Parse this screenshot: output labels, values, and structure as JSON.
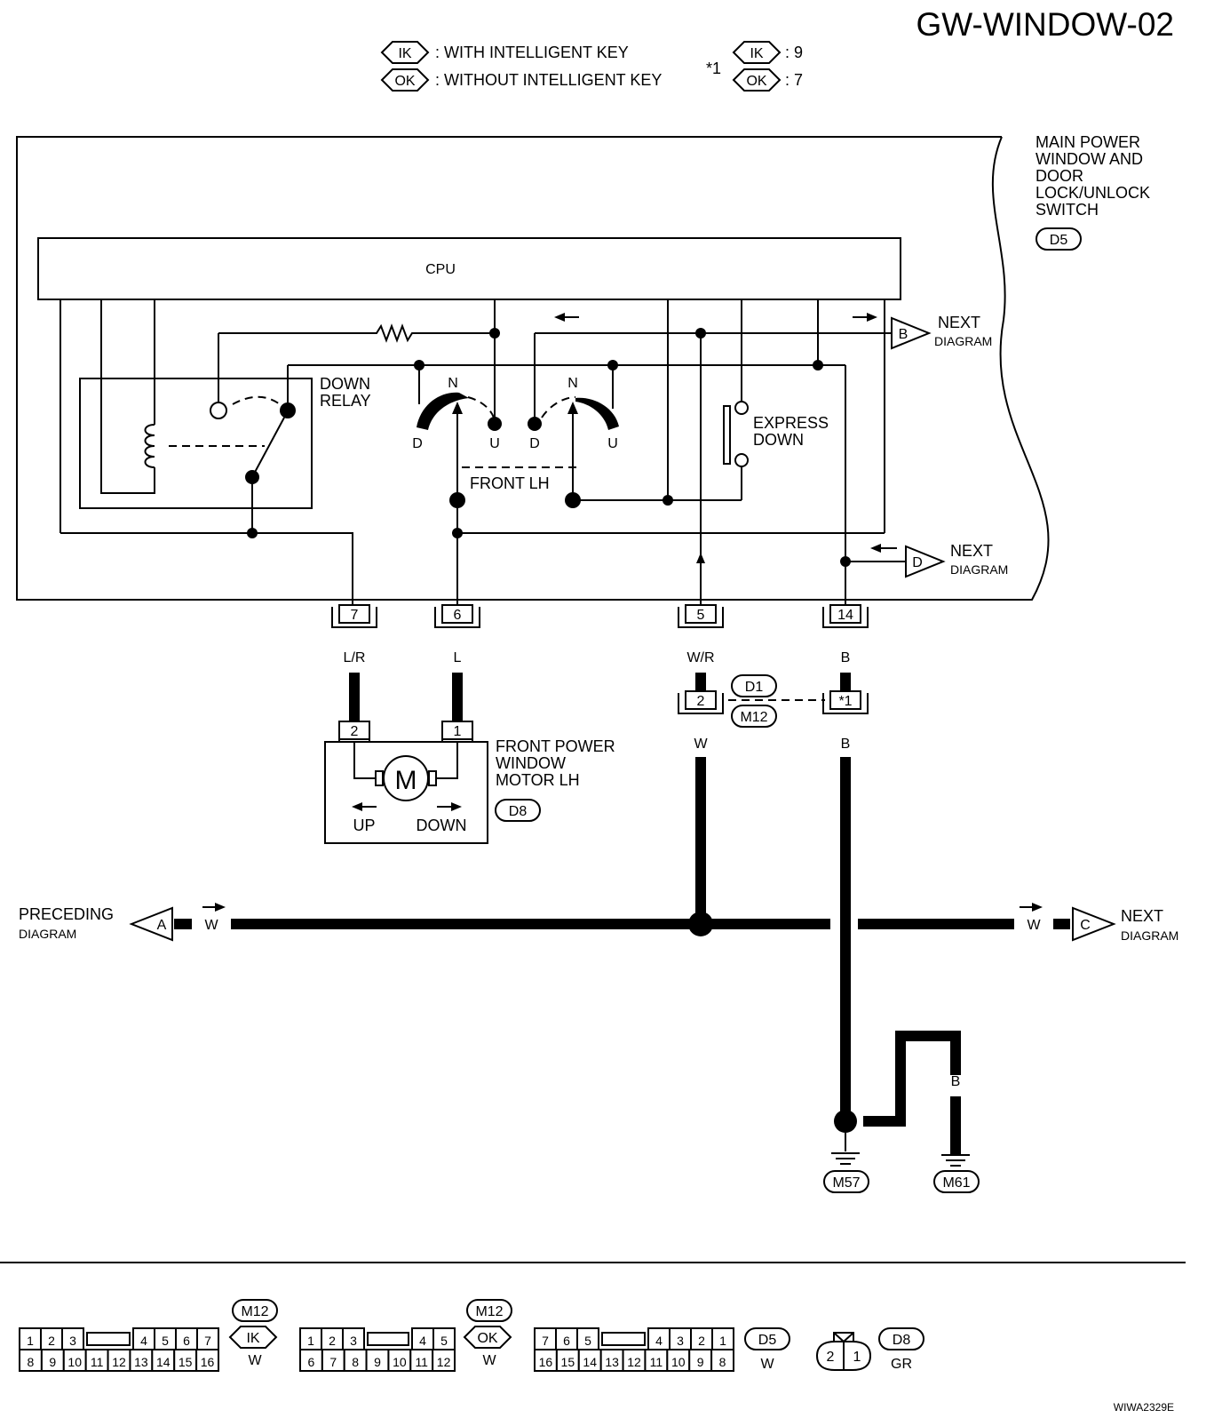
{
  "title": "GW-WINDOW-02",
  "legend": {
    "ik_tag": "IK",
    "ok_tag": "OK",
    "ik_desc": ": WITH INTELLIGENT KEY",
    "ok_desc": ": WITHOUT INTELLIGENT KEY",
    "star_mark": "*1",
    "ik_pin": ": 9",
    "ok_pin": ": 7"
  },
  "switch_unit": {
    "name_lines": [
      "MAIN POWER",
      "WINDOW AND",
      "DOOR",
      "LOCK/UNLOCK",
      "SWITCH"
    ],
    "connector": "D5",
    "cpu": "CPU",
    "down_relay": [
      "DOWN",
      "RELAY"
    ],
    "front_lh": "FRONT LH",
    "express_down": [
      "EXPRESS",
      "DOWN"
    ],
    "n_label": "N",
    "d_label": "D",
    "u_label": "U"
  },
  "next_b": {
    "tag": "B",
    "lines": [
      "NEXT",
      "DIAGRAM"
    ]
  },
  "next_d": {
    "tag": "D",
    "lines": [
      "NEXT",
      "DIAGRAM"
    ]
  },
  "terminals": {
    "t7": "7",
    "t6": "6",
    "t5": "5",
    "t14": "14"
  },
  "wires": {
    "lr": "L/R",
    "l": "L",
    "wr": "W/R",
    "b": "B",
    "w": "W"
  },
  "joint": {
    "pin": "2",
    "star": "*1",
    "conn_a": "D1",
    "conn_b": "M12"
  },
  "motor": {
    "name_lines": [
      "FRONT POWER",
      "WINDOW",
      "MOTOR LH"
    ],
    "connector": "D8",
    "pin2": "2",
    "pin1": "1",
    "symbol": "M",
    "up": "UP",
    "down": "DOWN"
  },
  "preceding_a": {
    "tag": "A",
    "lines": [
      "PRECEDING",
      "DIAGRAM"
    ]
  },
  "next_c": {
    "tag": "C",
    "lines": [
      "NEXT",
      "DIAGRAM"
    ]
  },
  "grounds": {
    "g1": "M57",
    "g2": "M61"
  },
  "connector_views": {
    "m12_ik": {
      "conn": "M12",
      "tag": "IK",
      "color": "W",
      "top": [
        "1",
        "2",
        "3",
        "4",
        "5",
        "6",
        "7"
      ],
      "bottom": [
        "8",
        "9",
        "10",
        "11",
        "12",
        "13",
        "14",
        "15",
        "16"
      ]
    },
    "m12_ok": {
      "conn": "M12",
      "tag": "OK",
      "color": "W",
      "top": [
        "1",
        "2",
        "3",
        "4",
        "5"
      ],
      "bottom": [
        "6",
        "7",
        "8",
        "9",
        "10",
        "11",
        "12"
      ]
    },
    "d5": {
      "conn": "D5",
      "color": "W",
      "top": [
        "7",
        "6",
        "5",
        "4",
        "3",
        "2",
        "1"
      ],
      "bottom": [
        "16",
        "15",
        "14",
        "13",
        "12",
        "11",
        "10",
        "9",
        "8"
      ]
    },
    "d8": {
      "conn": "D8",
      "color": "GR",
      "pins": [
        "2",
        "1"
      ]
    }
  },
  "code": "WIWA2329E"
}
